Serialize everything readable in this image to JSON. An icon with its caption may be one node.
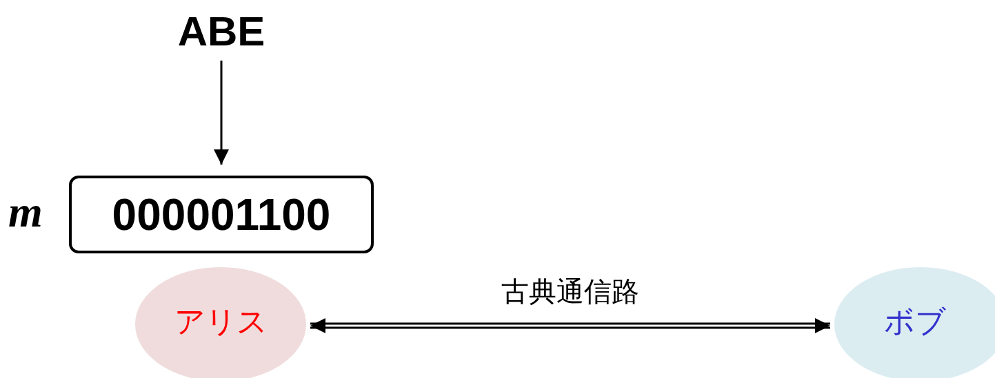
{
  "diagram": {
    "nodes": [
      {
        "text": [
          "ABE"
        ]
      },
      {
        "text": [
          "000001100"
        ],
        "beside": [
          "*m*"
        ]
      },
      {
        "text": [
          "アリス"
        ]
      },
      {
        "text": [
          "ボブ"
        ]
      }
    ],
    "edges": [
      {
        "from": 0,
        "to": 1,
        "arrow": "to"
      },
      {
        "from": 2,
        "to": 3,
        "arrow": "both",
        "label": "古典通信路"
      }
    ]
  }
}
